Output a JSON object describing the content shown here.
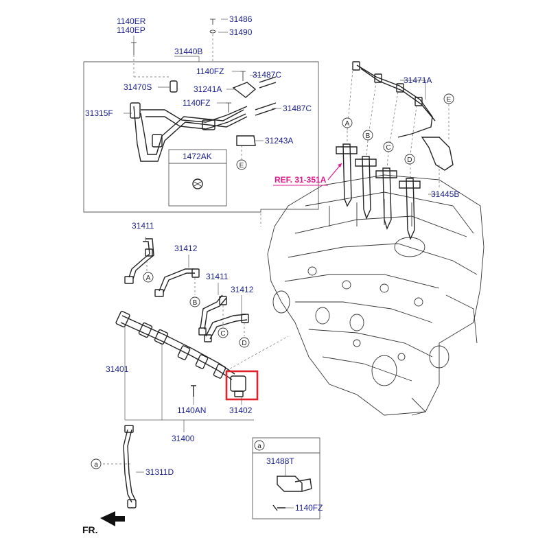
{
  "labels": {
    "p1140ER": "1140ER",
    "p1140EP": "1140EP",
    "p31486": "31486",
    "p31490": "31490",
    "p31440B": "31440B",
    "p1140FZ_a": "1140FZ",
    "p31487C_a": "31487C",
    "p31470S": "31470S",
    "p31241A": "31241A",
    "p1140FZ_b": "1140FZ",
    "p31315F": "31315F",
    "p31487C_b": "31487C",
    "p31243A": "31243A",
    "p1472AK": "1472AK",
    "p31471A": "31471A",
    "p31445B": "31445B",
    "ref": "REF. 31-351A",
    "p31411_a": "31411",
    "p31412_a": "31412",
    "p31411_b": "31411",
    "p31412_b": "31412",
    "p31401": "31401",
    "p1140AN": "1140AN",
    "p31402": "31402",
    "p31400": "31400",
    "p31311D": "31311D",
    "p31488T": "31488T",
    "p1140FZ_c": "1140FZ",
    "fr": "FR."
  },
  "callouts": {
    "A": "A",
    "B": "B",
    "C": "C",
    "D": "D",
    "E": "E",
    "a": "a"
  },
  "colors": {
    "label": "#1a1f8c",
    "ref": "#e0188c",
    "highlight": "#e0202a",
    "line": "#222222"
  },
  "highlighted_part": "31402"
}
